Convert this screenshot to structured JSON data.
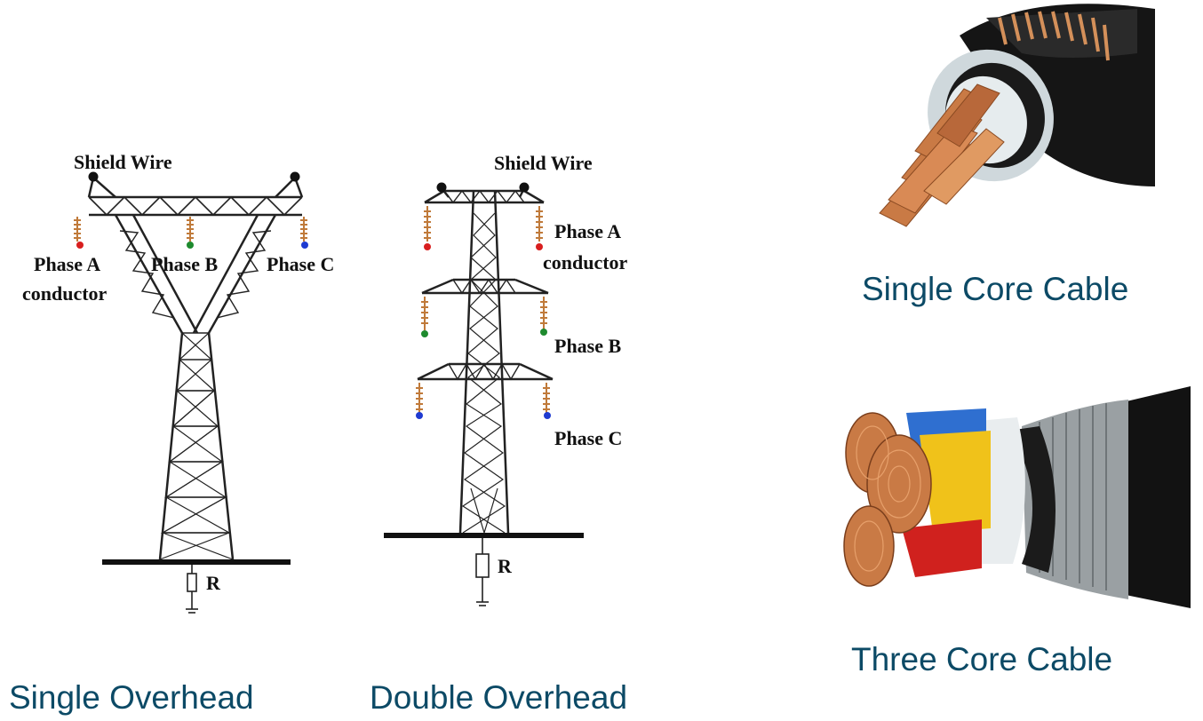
{
  "single_overhead": {
    "shield_label": "Shield Wire",
    "phase_a_line1": "Phase A",
    "phase_a_line2": "conductor",
    "phase_b": "Phase B",
    "phase_c": "Phase C",
    "resistor_label": "R",
    "caption": "Single Overhead"
  },
  "double_overhead": {
    "shield_label": "Shield Wire",
    "phase_a_line1": "Phase A",
    "phase_a_line2": "conductor",
    "phase_b": "Phase B",
    "phase_c": "Phase C",
    "resistor_label": "R",
    "caption": "Double Overhead"
  },
  "single_core": {
    "caption": "Single Core Cable"
  },
  "three_core": {
    "caption": "Three Core Cable"
  },
  "colors": {
    "phase_a": "#d81e1e",
    "phase_b": "#1e8a2e",
    "phase_c": "#1f3bd1",
    "copper": "#c97a45",
    "caption": "#0c4a66"
  }
}
